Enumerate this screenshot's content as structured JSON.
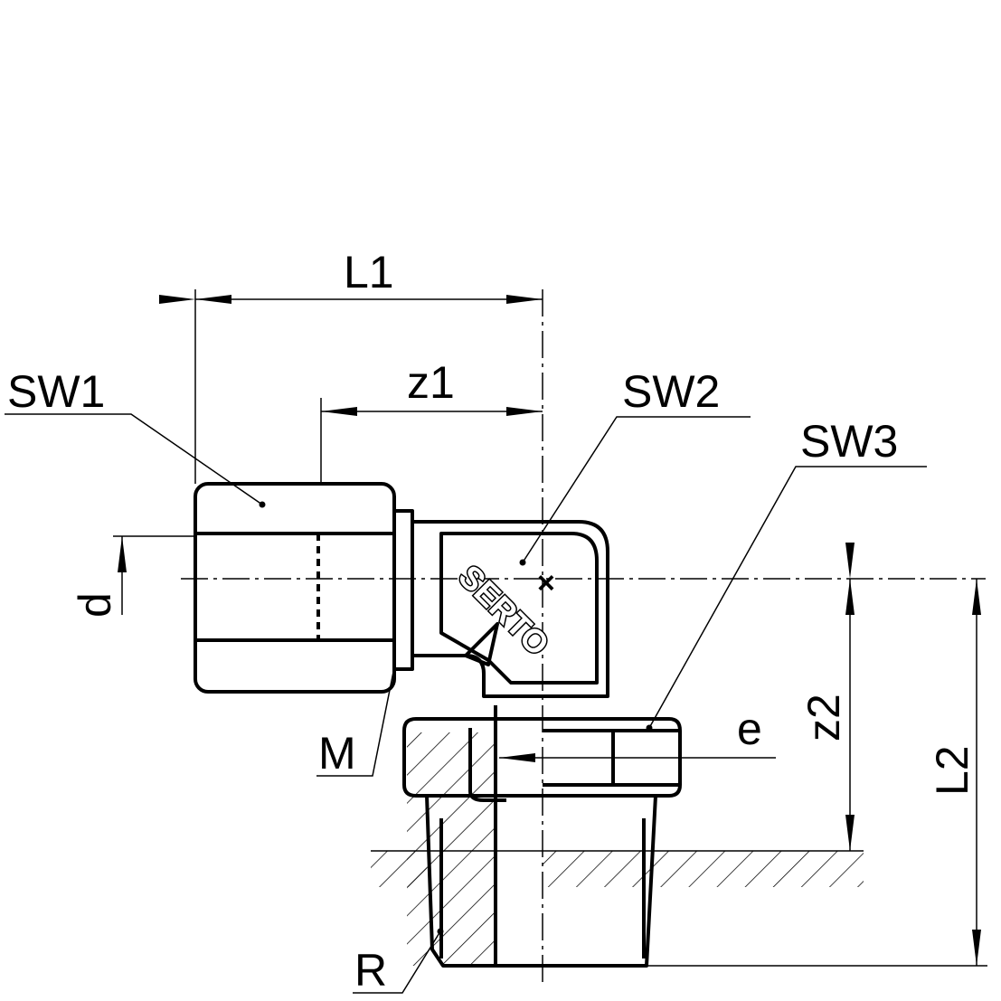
{
  "drawing": {
    "labels": {
      "L1": "L1",
      "z1": "z1",
      "SW1": "SW1",
      "SW2": "SW2",
      "SW3": "SW3",
      "d": "d",
      "M": "M",
      "e": "e",
      "z2": "z2",
      "L2": "L2",
      "R": "R"
    },
    "brand_mark": "SERTO"
  }
}
